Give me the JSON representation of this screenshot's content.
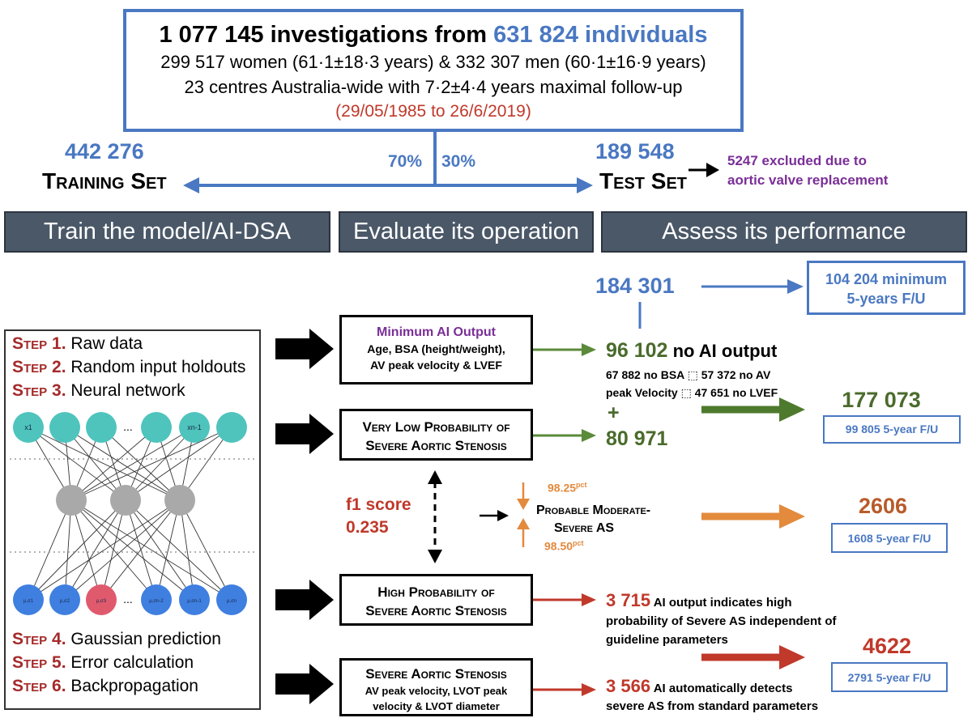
{
  "header": {
    "line1_prefix": "1 077 145 investigations from ",
    "line1_highlight": "631 824 individuals",
    "line2": "299 517 women (61·1±18·3 years) & 332 307 men (60·1±16·9 years)",
    "line3": "23 centres Australia-wide with 7·2±4·4 years maximal follow-up",
    "line4": "(29/05/1985 to 26/6/2019)"
  },
  "split": {
    "training_count": "442 276",
    "training_label": "Training Set",
    "training_pct": "70%",
    "test_pct": "30%",
    "test_count": "189 548",
    "test_label": "Test Set",
    "excluded_line1": "5247 excluded due to",
    "excluded_line2": "aortic valve replacement"
  },
  "bands": {
    "train": "Train the model/AI-DSA",
    "evaluate": "Evaluate its operation",
    "assess": "Assess its performance"
  },
  "steps": {
    "s1_label": "Step 1.",
    "s1_text": "Raw data",
    "s2_label": "Step 2.",
    "s2_text": "Random input holdouts",
    "s3_label": "Step 3.",
    "s3_text": "Neural network",
    "s4_label": "Step 4.",
    "s4_text": "Gaussian prediction",
    "s5_label": "Step 5.",
    "s5_text": "Error calculation",
    "s6_label": "Step 6.",
    "s6_text": "Backpropagation"
  },
  "network": {
    "top_nodes": [
      "x1",
      "",
      "",
      "...",
      "",
      "xn-1",
      ""
    ],
    "bottom_nodes": [
      "μ,σ1",
      "μ,σ2",
      "μ,σ3",
      "...",
      "μ,σn-2",
      "μ,σn-1",
      "μ,σn"
    ],
    "colors": {
      "input": "#4ec4bd",
      "hidden": "#a9a9a9",
      "output": "#3f7fe0",
      "highlight": "#e05a6e"
    }
  },
  "criteria": {
    "min_ai_title": "Minimum AI Output",
    "min_ai_line1": "Age, BSA (height/weight),",
    "min_ai_line2": "AV peak velocity & LVEF",
    "very_low_line1": "Very Low Probability of",
    "very_low_line2": "Severe Aortic Stenosis",
    "high_line1": "High Probability  of",
    "high_line2": "Severe Aortic Stenosis",
    "severe_title": "Severe Aortic Stenosis",
    "severe_line1": "AV peak velocity, LVOT peak",
    "severe_line2": "velocity & LVOT diameter"
  },
  "f1": {
    "label": "f1 score",
    "value": "0.235"
  },
  "moderate": {
    "top_pct": "98.25",
    "top_sup": "pct",
    "bottom_pct": "98.50",
    "bottom_sup": "pct",
    "line1": "Probable Moderate-",
    "line2": "Severe AS"
  },
  "results": {
    "total": "184 301",
    "min5_line1": "104 204 minimum",
    "min5_line2": "5-years F/U",
    "no_ai_count": "96 102",
    "no_ai_label": "no AI output",
    "no_ai_detail1": "67 882 no BSA ⬚ 57 372 no AV",
    "no_ai_detail2": "peak Velocity ⬚ 47 651 no LVEF",
    "plus": "+",
    "low_count": "80 971",
    "low_total": "177 073",
    "low_fu": "99 805 5-year F/U",
    "mod_total": "2606",
    "mod_fu": "1608 5-year F/U",
    "high_count": "3 715",
    "high_text1": "AI output indicates high",
    "high_text2": "probability of Severe AS independent of",
    "high_text3": "guideline parameters",
    "severe_count": "3 566",
    "severe_text1": "AI automatically detects",
    "severe_text2": "severe AS from standard parameters",
    "sev_total": "4622",
    "sev_fu": "2791 5-year F/U"
  }
}
